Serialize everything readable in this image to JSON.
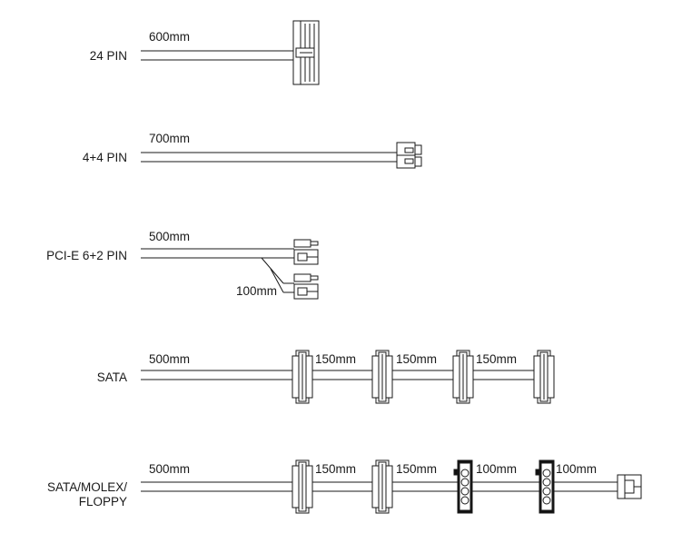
{
  "colors": {
    "line": "#1a1a1a",
    "fill": "#ffffff",
    "molex_body": "#111111"
  },
  "cables": [
    {
      "label": "24 PIN",
      "segments": [
        "600mm"
      ]
    },
    {
      "label": "4+4 PIN",
      "segments": [
        "700mm"
      ]
    },
    {
      "label": "PCI-E 6+2 PIN",
      "segments": [
        "500mm",
        "100mm"
      ]
    },
    {
      "label": "SATA",
      "segments": [
        "500mm",
        "150mm",
        "150mm",
        "150mm"
      ]
    },
    {
      "label_lines": [
        "SATA/MOLEX/",
        "FLOPPY"
      ],
      "segments": [
        "500mm",
        "150mm",
        "150mm",
        "100mm",
        "100mm"
      ]
    }
  ]
}
